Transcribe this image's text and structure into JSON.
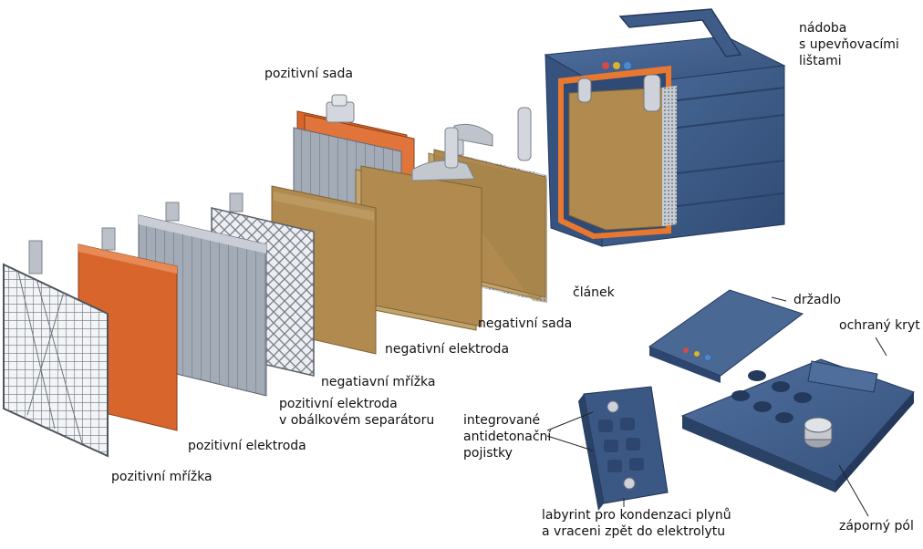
{
  "labels": {
    "positive_set": "pozitivní sada",
    "container": [
      "nádoba",
      "s upevňovacími",
      "lištami"
    ],
    "cell": "článek",
    "negative_set": "negativní sada",
    "negative_electrode": "negativní elektroda",
    "negative_grid": "negatiavní mřížka",
    "positive_electrode_envelope": [
      "pozitivní elektroda",
      "v obálkovém separátoru"
    ],
    "positive_electrode": "pozitivní elektroda",
    "positive_grid": "pozitivní mřížka",
    "handle": "držadlo",
    "protective_cover": "ochraný kryt",
    "anti_detonation_fuses": [
      "integrované",
      "antidetonační",
      "pojistky"
    ],
    "labyrinth": [
      "labyrint pro kondenzaci plynů",
      "a vraceni zpět do elektrolytu"
    ],
    "negative_pole": "záporný pól"
  },
  "colors": {
    "battery_body": "#3d5a86",
    "lead_grid": "#9aa3b0",
    "active_mass_positive": "#d8662c",
    "active_mass_negative": "#b08a4f",
    "separator": "#c9ced6"
  }
}
